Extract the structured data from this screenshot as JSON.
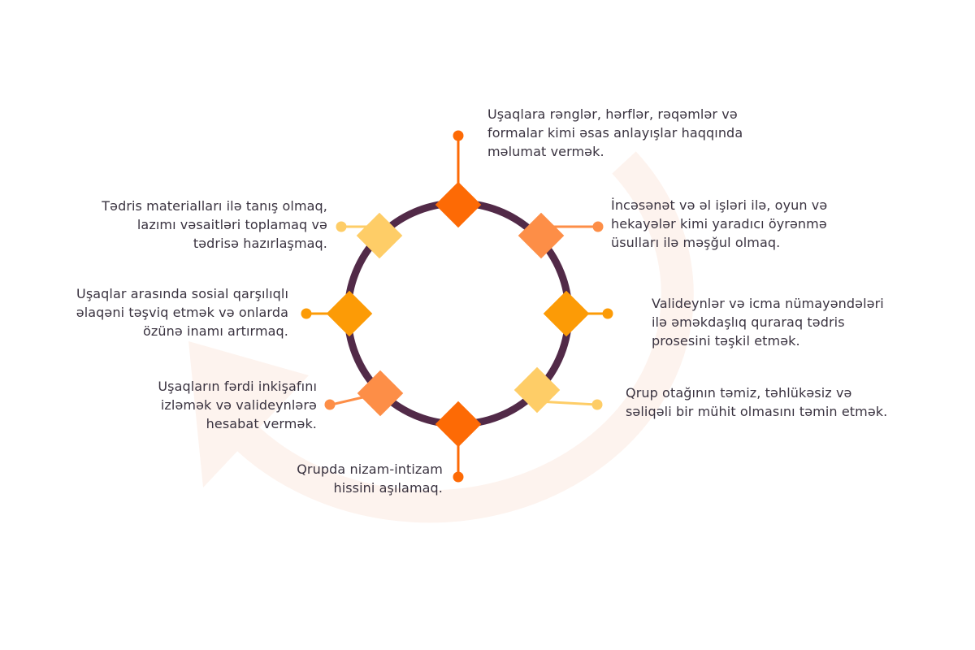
{
  "colors": {
    "ring": "#522a48",
    "background_arrow": "#fdf3ee",
    "dark_orange": "#fd6a05",
    "mid_orange": "#fd8e47",
    "amber": "#fc9b06",
    "light_yellow": "#fecd67",
    "text": "#3a3340"
  },
  "steps": [
    {
      "id": "top",
      "color": "dark_orange",
      "lines": [
        "Uşaqlara rənglər, hərflər, rəqəmlər və",
        "formalar kimi əsas anlayışlar haqqında",
        "məlumat vermək."
      ]
    },
    {
      "id": "top-right",
      "color": "mid_orange",
      "lines": [
        "İncəsənət və əl işləri ilə, oyun və",
        "hekayələr kimi yaradıcı öyrənmə",
        "üsulları ilə məşğul olmaq."
      ]
    },
    {
      "id": "right",
      "color": "amber",
      "lines": [
        "Valideynlər və icma nümayəndələri",
        "ilə əməkdaşlıq quraraq tədris",
        "prosesini təşkil etmək."
      ]
    },
    {
      "id": "bottom-right",
      "color": "light_yellow",
      "lines": [
        "Qrup otağının təmiz, təhlükəsiz və",
        "səliqəli bir mühit olmasını təmin etmək."
      ]
    },
    {
      "id": "bottom",
      "color": "dark_orange",
      "lines": [
        "Qrupda nizam-intizam",
        "hissini aşılamaq."
      ]
    },
    {
      "id": "bottom-left",
      "color": "mid_orange",
      "lines": [
        "Uşaqların fərdi inkişafını",
        "izləmək və valideynlərə",
        "hesabat vermək."
      ]
    },
    {
      "id": "left",
      "color": "amber",
      "lines": [
        "Uşaqlar arasında sosial qarşılıqlı",
        "əlaqəni təşviq etmək və onlarda",
        "özünə inamı artırmaq."
      ]
    },
    {
      "id": "top-left",
      "color": "light_yellow",
      "lines": [
        "Tədris materialları ilə tanış olmaq,",
        "lazımı vəsaitləri toplamaq və",
        "tədrisə hazırlaşmaq."
      ]
    }
  ]
}
